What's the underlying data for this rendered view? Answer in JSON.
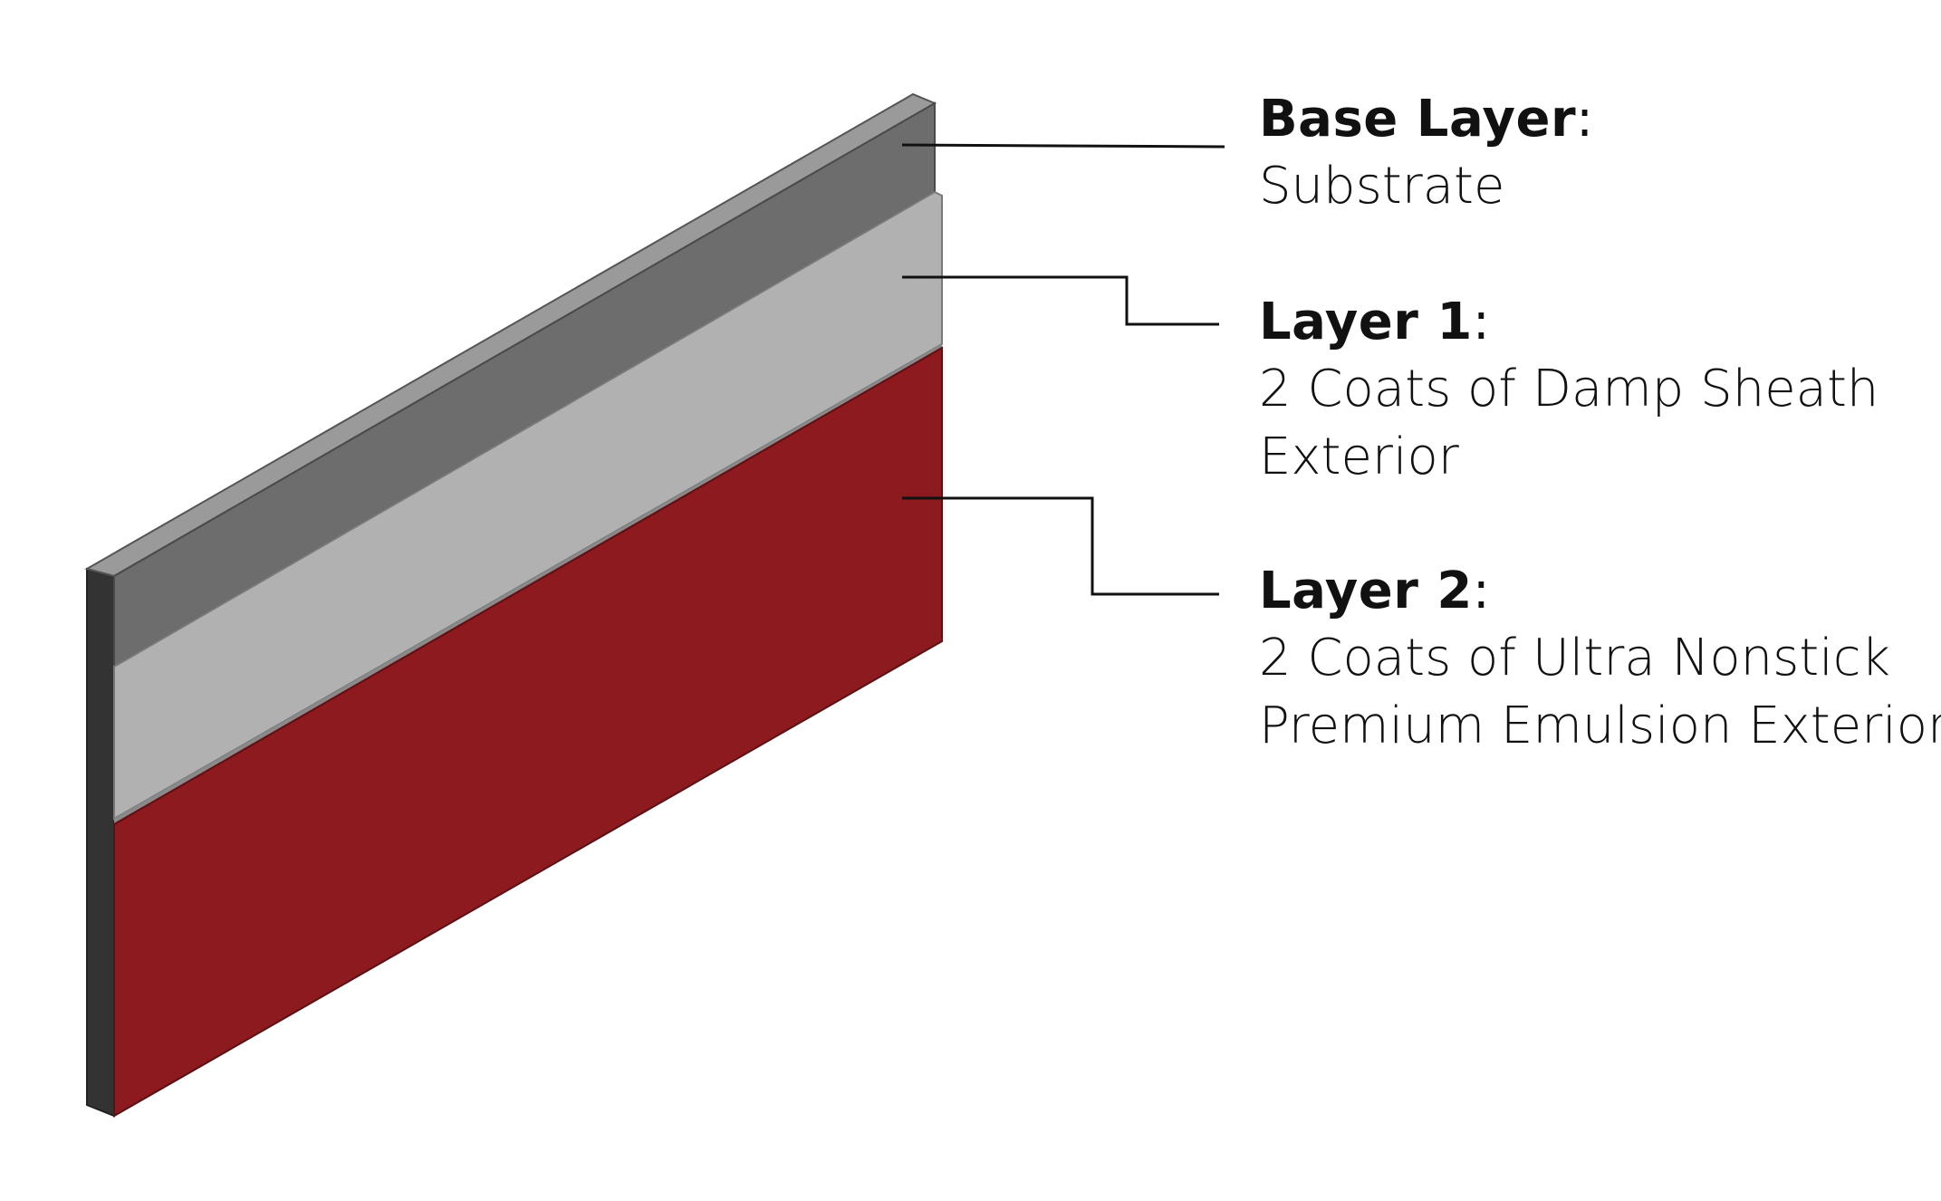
{
  "layers": [
    {
      "id": "base",
      "title": "Base Layer",
      "colon": ":",
      "lines": [
        "Substrate"
      ],
      "color": "#6d6d6d"
    },
    {
      "id": "layer1",
      "title": "Layer 1",
      "colon": ":",
      "lines": [
        "2 Coats of Damp Sheath",
        "Exterior"
      ],
      "color": "#b1b1b1"
    },
    {
      "id": "layer2",
      "title": "Layer 2",
      "colon": ":",
      "lines": [
        "2 Coats of Ultra Nonstick",
        "Premium Emulsion Exterior"
      ],
      "color": "#8c1a1f"
    }
  ],
  "colors": {
    "edge": "#333333",
    "top_face": "#9a9a9a",
    "leader": "#111111",
    "background": "#ffffff"
  }
}
